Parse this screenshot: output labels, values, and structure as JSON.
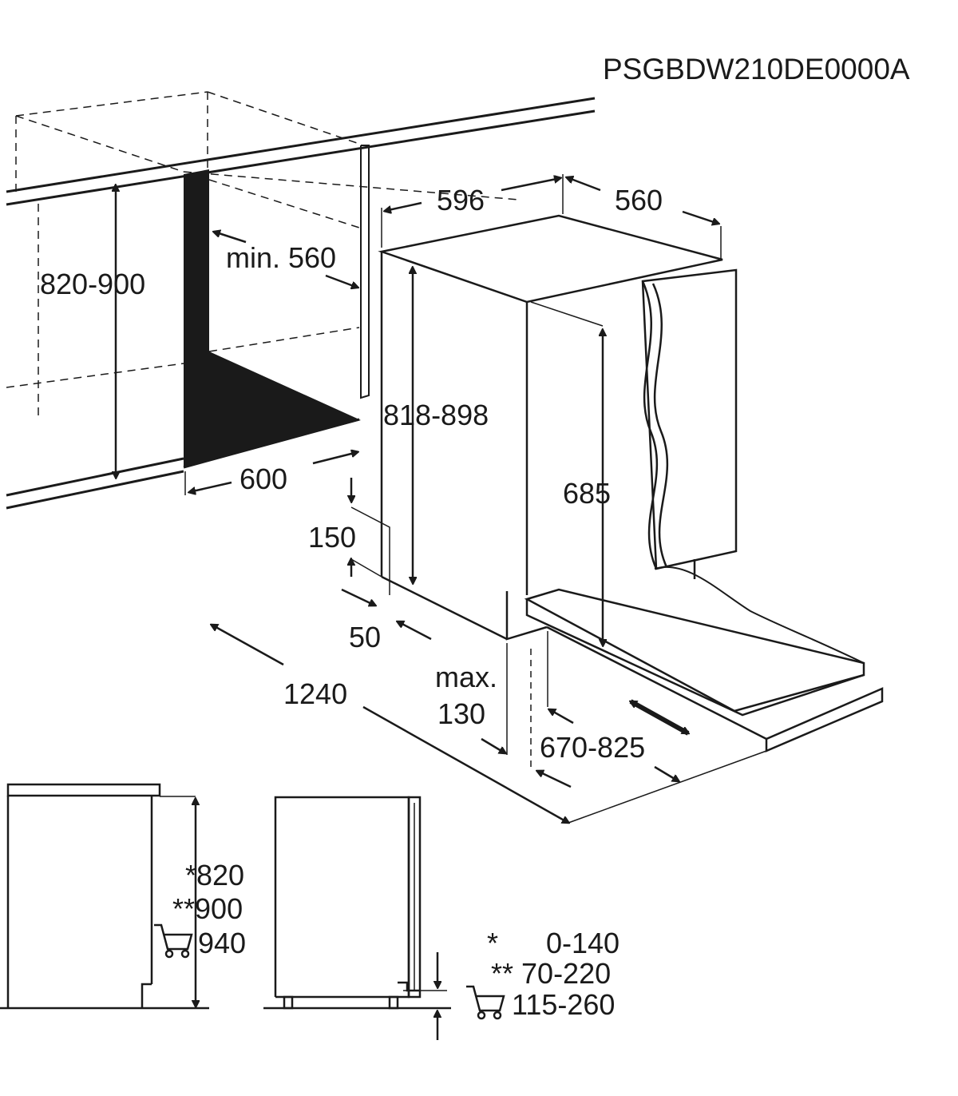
{
  "model_code": "PSGBDW210DE0000A",
  "dimensions": {
    "niche_height": "820-900",
    "niche_depth": "min. 560",
    "niche_width": "600",
    "appliance_width": "596",
    "appliance_depth": "560",
    "appliance_height": "818-898",
    "door_height": "685",
    "plinth_height": "150",
    "plinth_depth": "50",
    "open_door_depth": "1240",
    "max_label": "max.",
    "max_value": "130",
    "door_panel_range": "670-825"
  },
  "footnotes": {
    "height_star": "*820",
    "height_double_star": "**900",
    "height_cart": "940",
    "plinth_star_symbol": "*",
    "plinth_star": "0-140",
    "plinth_double_star": "** 70-220",
    "plinth_cart": "115-260"
  },
  "colors": {
    "ink": "#1a1a1a",
    "background": "#ffffff"
  }
}
